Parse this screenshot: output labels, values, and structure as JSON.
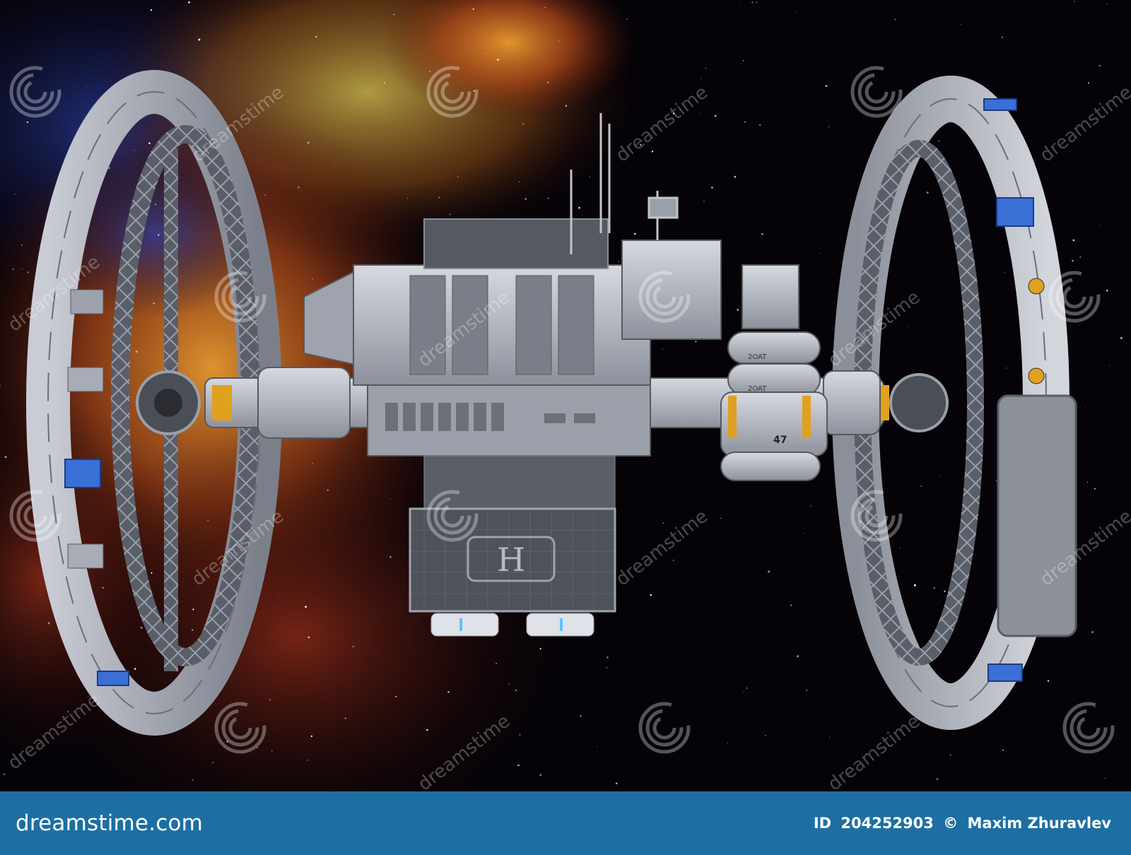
{
  "image": {
    "subject": "3D render of a space station with two large ring modules against a starry nebula background",
    "background_colors": {
      "space": "#050308",
      "nebula_warm": "#c9761e",
      "nebula_red": "#7a1f12",
      "nebula_blue": "#1a2a6e"
    },
    "hull_color": "#b8bcc6",
    "panel_blue": "#3a6fd6",
    "accent_orange": "#e0a020"
  },
  "station": {
    "module_label_1": "2OAT",
    "module_label_2": "2OAT",
    "module_number": "47",
    "helipad_mark": "H"
  },
  "watermark": {
    "text": "dreamstime",
    "icon": "spiral-logo-icon"
  },
  "footer": {
    "brand": "dreamstime.com",
    "id_label": "ID",
    "id_value": "204252903",
    "copyright": "©",
    "author": "Maxim Zhuravlev",
    "background_color": "#1d6fa3"
  }
}
